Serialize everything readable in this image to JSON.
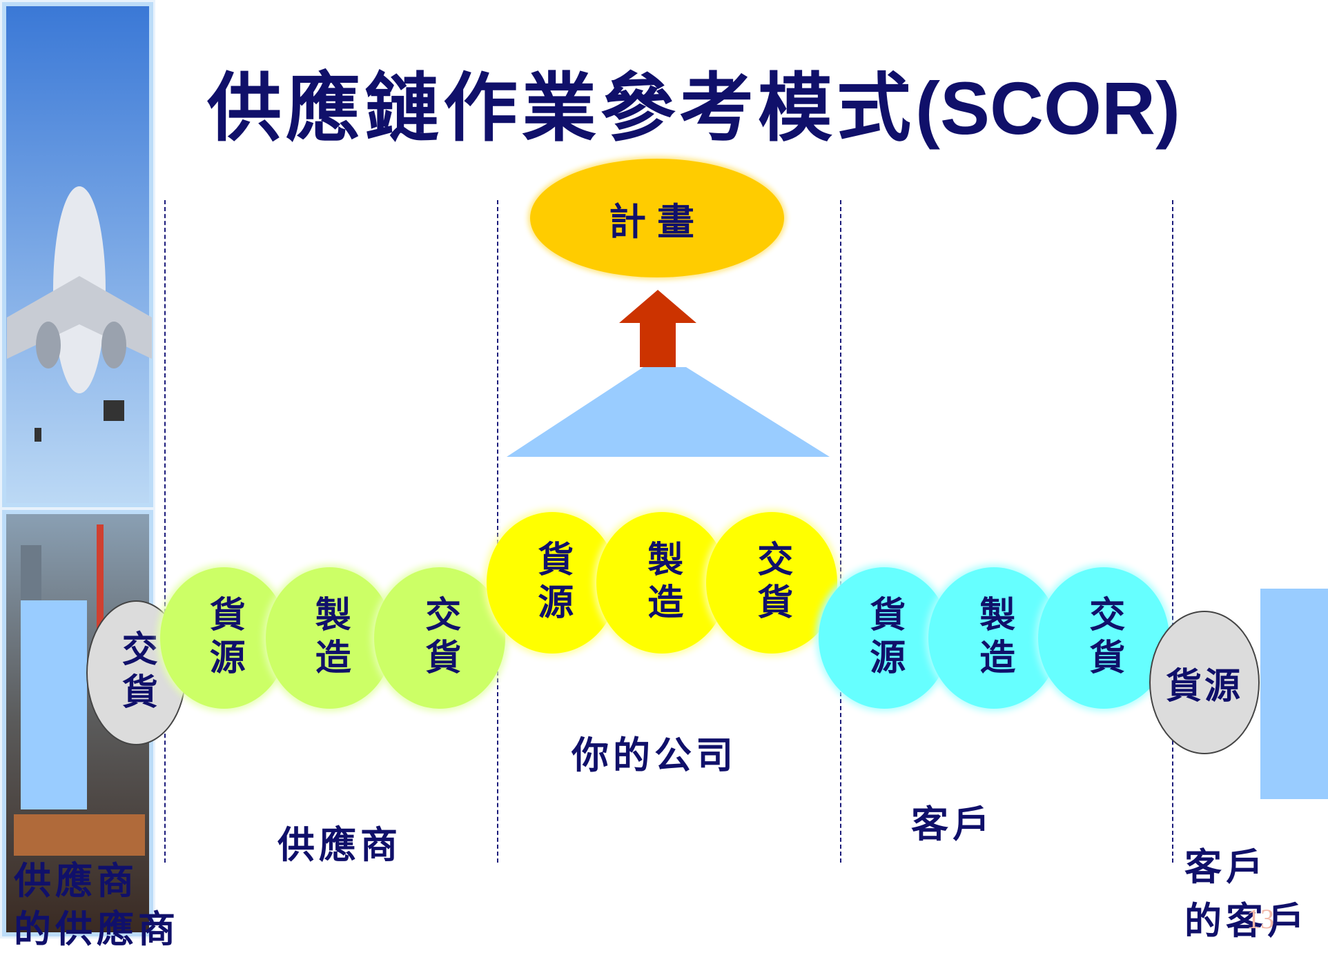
{
  "title": {
    "main": "供應鏈作業參考模式",
    "latin": "(SCOR)"
  },
  "plan": {
    "label": "計畫"
  },
  "supplier_of_supplier": {
    "deliver": "交貨",
    "label_line1": "供應商",
    "label_line2": "的供應商"
  },
  "supplier": {
    "source": "貨源",
    "make": "製造",
    "deliver": "交貨",
    "label": "供應商"
  },
  "your_company": {
    "source": "貨源",
    "make": "製造",
    "deliver": "交貨",
    "label": "你的公司"
  },
  "customer": {
    "source": "貨源",
    "make": "製造",
    "deliver": "交貨",
    "label": "客戶"
  },
  "customer_of_customer": {
    "source": "貨源",
    "label_line1": "客戶",
    "label_line2": "的客戶"
  },
  "page_number": "13",
  "colors": {
    "title": "#10106a",
    "plan": "#ffcc00",
    "arrow": "#cc3300",
    "triangle": "#99ccff",
    "supplier": "#ccff66",
    "company": "#ffff00",
    "customer": "#66ffff",
    "edge": "#dcdcdc",
    "side_bar": "#99ccff"
  }
}
